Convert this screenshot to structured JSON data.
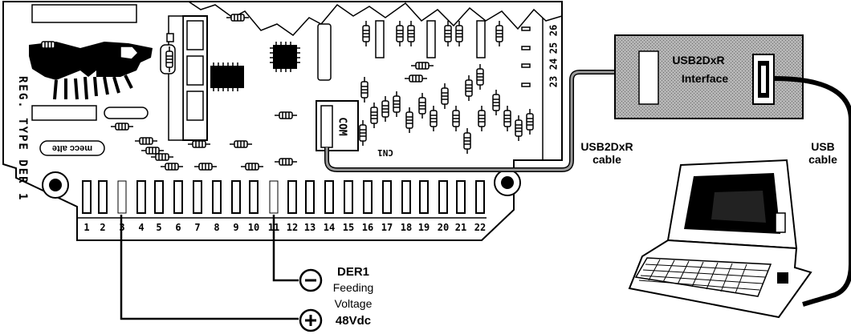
{
  "board": {
    "side_label": "REG. TYPE DER 1",
    "brand_logo": "mecc alte",
    "com_label": "COM",
    "cn1_label": "CN1",
    "top_terminals": [
      "23",
      "24",
      "25",
      "26"
    ],
    "terminals": [
      "1",
      "2",
      "3",
      "4",
      "5",
      "6",
      "7",
      "8",
      "9",
      "10",
      "11",
      "12",
      "13",
      "14",
      "15",
      "16",
      "17",
      "18",
      "19",
      "20",
      "21",
      "22"
    ]
  },
  "interface": {
    "line1": "USB2DxR",
    "line2": "Interface"
  },
  "usb2dxr_cable": {
    "line1": "USB2DxR",
    "line2": "cable"
  },
  "usb_cable": {
    "line1": "USB",
    "line2": "cable"
  },
  "feeding": {
    "line1": "DER1",
    "line2": "Feeding",
    "line3": "Voltage",
    "line4": "48Vdc",
    "negative_symbol": "−",
    "positive_symbol": "+"
  },
  "icons": [
    "heatsink-icon",
    "chip-icon",
    "resistor-icon",
    "usb-connector-icon",
    "laptop-icon",
    "minus-icon",
    "plus-icon"
  ],
  "colors": {
    "line": "#000000",
    "background": "#ffffff",
    "interface_fill": "#a8a8a8",
    "cable_gray": "#9a9a9a"
  }
}
